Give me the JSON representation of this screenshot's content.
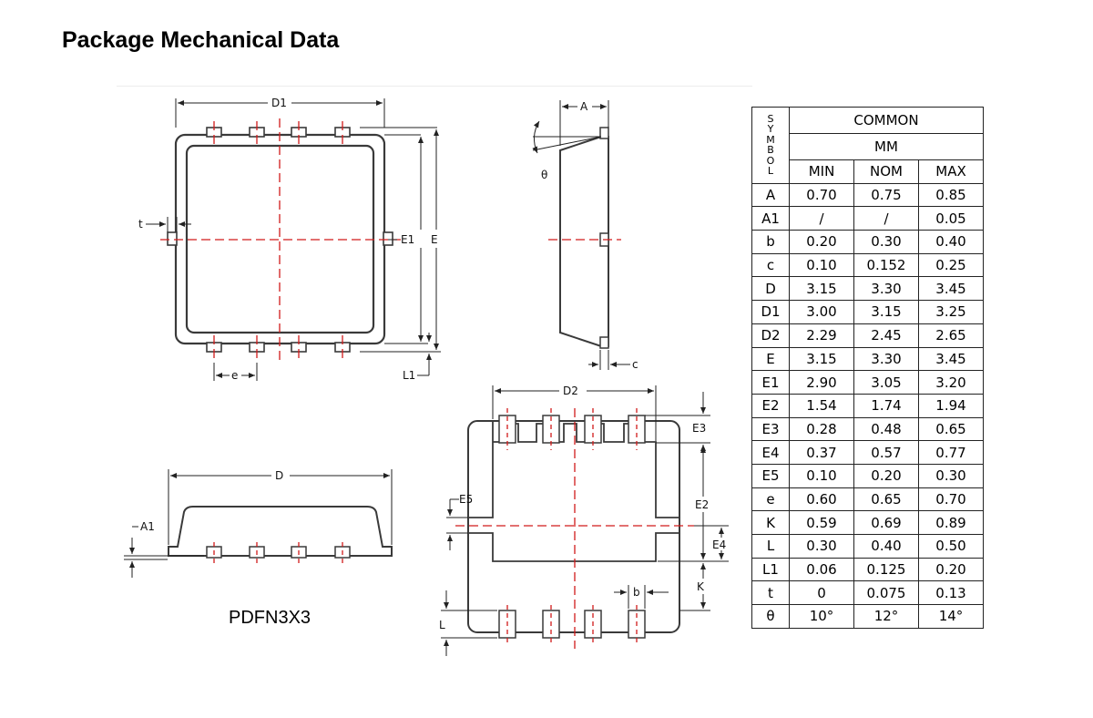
{
  "page": {
    "title": "Package Mechanical Data",
    "package_name": "PDFN3X3"
  },
  "drawing_labels": {
    "d1": "D1",
    "e1": "E1",
    "e": "E",
    "t": "t",
    "pitch_e": "e",
    "l1": "L1",
    "a": "A",
    "theta": "θ",
    "c": "c",
    "d": "D",
    "a1": "A1",
    "d2": "D2",
    "e3": "E3",
    "e2": "E2",
    "e5": "E5",
    "e4": "E4",
    "k": "K",
    "b": "b",
    "l": "L"
  },
  "table": {
    "symbol_header": [
      "S",
      "Y",
      "M",
      "B",
      "O",
      "L"
    ],
    "common_header": "COMMON",
    "unit_header": "MM",
    "columns": [
      "MIN",
      "NOM",
      "MAX"
    ],
    "rows": [
      {
        "symbol": "A",
        "min": "0.70",
        "nom": "0.75",
        "max": "0.85"
      },
      {
        "symbol": "A1",
        "min": "/",
        "nom": "/",
        "max": "0.05"
      },
      {
        "symbol": "b",
        "min": "0.20",
        "nom": "0.30",
        "max": "0.40"
      },
      {
        "symbol": "c",
        "min": "0.10",
        "nom": "0.152",
        "max": "0.25"
      },
      {
        "symbol": "D",
        "min": "3.15",
        "nom": "3.30",
        "max": "3.45"
      },
      {
        "symbol": "D1",
        "min": "3.00",
        "nom": "3.15",
        "max": "3.25"
      },
      {
        "symbol": "D2",
        "min": "2.29",
        "nom": "2.45",
        "max": "2.65"
      },
      {
        "symbol": "E",
        "min": "3.15",
        "nom": "3.30",
        "max": "3.45"
      },
      {
        "symbol": "E1",
        "min": "2.90",
        "nom": "3.05",
        "max": "3.20"
      },
      {
        "symbol": "E2",
        "min": "1.54",
        "nom": "1.74",
        "max": "1.94"
      },
      {
        "symbol": "E3",
        "min": "0.28",
        "nom": "0.48",
        "max": "0.65"
      },
      {
        "symbol": "E4",
        "min": "0.37",
        "nom": "0.57",
        "max": "0.77"
      },
      {
        "symbol": "E5",
        "min": "0.10",
        "nom": "0.20",
        "max": "0.30"
      },
      {
        "symbol": "e",
        "min": "0.60",
        "nom": "0.65",
        "max": "0.70"
      },
      {
        "symbol": "K",
        "min": "0.59",
        "nom": "0.69",
        "max": "0.89"
      },
      {
        "symbol": "L",
        "min": "0.30",
        "nom": "0.40",
        "max": "0.50"
      },
      {
        "symbol": "L1",
        "min": "0.06",
        "nom": "0.125",
        "max": "0.20"
      },
      {
        "symbol": "t",
        "min": "0",
        "nom": "0.075",
        "max": "0.13"
      },
      {
        "symbol": "θ",
        "min": "10°",
        "nom": "12°",
        "max": "14°"
      }
    ]
  },
  "colors": {
    "outline": "#3a3a3a",
    "centerline": "#d11a1a",
    "dimension": "#222222"
  }
}
